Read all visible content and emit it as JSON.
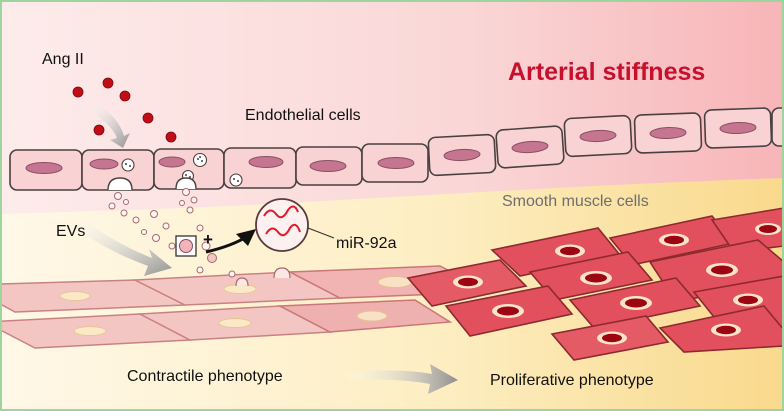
{
  "title": "Arterial stiffness",
  "labels": {
    "stimulus": "Ang II",
    "endothelial": "Endothelial cells",
    "smooth_muscle": "Smooth muscle cells",
    "vesicles": "EVs",
    "mirna": "miR-92a",
    "plus_sign": "+",
    "contractile": "Contractile phenotype",
    "proliferative": "Proliferative phenotype"
  },
  "colors": {
    "title": "#c8102e",
    "frame": "#9fd49f",
    "ang_ii_dot": "#c00d16",
    "endothelial_cell": "#f9d3d3",
    "endothelial_nucleus": "#c57590",
    "contractile_cell": "#f4c6c3",
    "proliferative_cell": "#e2505d",
    "proliferative_nucleus": "#9c0612",
    "mirna_strand": "#e01b2a"
  },
  "icons": {
    "process_arrow": "grey-gradient-arrow-icon",
    "release_arrow": "black-curved-arrow-icon"
  }
}
